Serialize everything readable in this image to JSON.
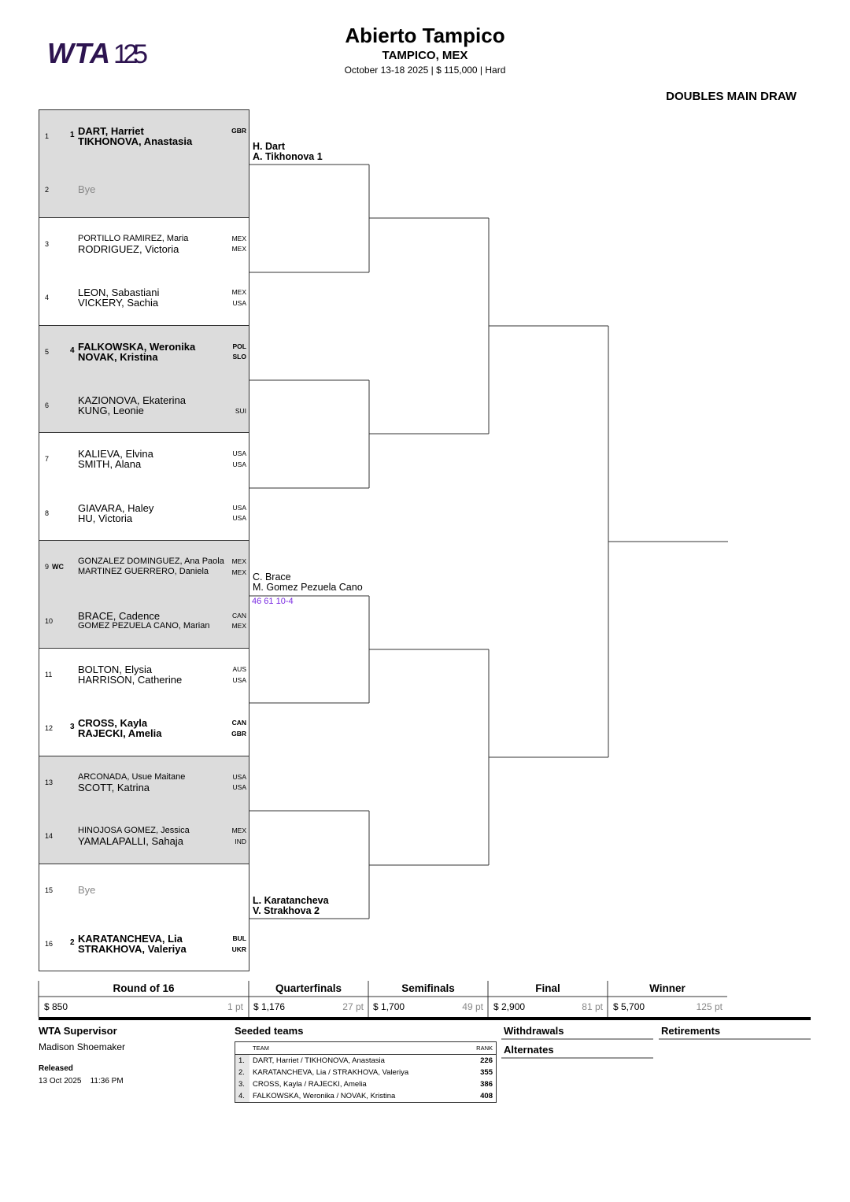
{
  "header": {
    "logo_text": "WTA 125",
    "tournament": "Abierto Tampico",
    "location": "TAMPICO, MEX",
    "info": "October 13-18 2025  |  $ 115,000  |  Hard",
    "draw_title": "DOUBLES MAIN DRAW"
  },
  "draw": [
    {
      "num": "1",
      "seed": "1",
      "p1": "DART, Harriet",
      "p2": "TIKHONOVA, Anastasia",
      "n1": "GBR",
      "n2": ""
    },
    {
      "num": "2",
      "seed": "",
      "p1": "Bye",
      "p2": "",
      "n1": "",
      "n2": ""
    },
    {
      "num": "3",
      "seed": "",
      "p1": "PORTILLO RAMIREZ, Maria",
      "p2": "RODRIGUEZ, Victoria",
      "n1": "MEX",
      "n2": "MEX"
    },
    {
      "num": "4",
      "seed": "",
      "p1": "LEON, Sabastiani",
      "p2": "VICKERY, Sachia",
      "n1": "MEX",
      "n2": "USA"
    },
    {
      "num": "5",
      "seed": "4",
      "p1": "FALKOWSKA, Weronika",
      "p2": "NOVAK, Kristina",
      "n1": "POL",
      "n2": "SLO"
    },
    {
      "num": "6",
      "seed": "",
      "p1": "KAZIONOVA, Ekaterina",
      "p2": "KUNG, Leonie",
      "n1": "",
      "n2": "SUI"
    },
    {
      "num": "7",
      "seed": "",
      "p1": "KALIEVA, Elvina",
      "p2": "SMITH, Alana",
      "n1": "USA",
      "n2": "USA"
    },
    {
      "num": "8",
      "seed": "",
      "p1": "GIAVARA, Haley",
      "p2": "HU, Victoria",
      "n1": "USA",
      "n2": "USA"
    },
    {
      "num": "9",
      "seed": "WC",
      "p1": "GONZALEZ DOMINGUEZ, Ana Paola",
      "p2": "MARTINEZ GUERRERO, Daniela",
      "n1": "MEX",
      "n2": "MEX"
    },
    {
      "num": "10",
      "seed": "",
      "p1": "BRACE, Cadence",
      "p2": "GOMEZ PEZUELA CANO, Marian",
      "n1": "CAN",
      "n2": "MEX"
    },
    {
      "num": "11",
      "seed": "",
      "p1": "BOLTON, Elysia",
      "p2": "HARRISON, Catherine",
      "n1": "AUS",
      "n2": "USA"
    },
    {
      "num": "12",
      "seed": "3",
      "p1": "CROSS, Kayla",
      "p2": "RAJECKI, Amelia",
      "n1": "CAN",
      "n2": "GBR"
    },
    {
      "num": "13",
      "seed": "",
      "p1": "ARCONADA, Usue Maitane",
      "p2": "SCOTT, Katrina",
      "n1": "USA",
      "n2": "USA"
    },
    {
      "num": "14",
      "seed": "",
      "p1": "HINOJOSA GOMEZ, Jessica",
      "p2": "YAMALAPALLI, Sahaja",
      "n1": "MEX",
      "n2": "IND"
    },
    {
      "num": "15",
      "seed": "",
      "p1": "Bye",
      "p2": "",
      "n1": "",
      "n2": ""
    },
    {
      "num": "16",
      "seed": "2",
      "p1": "KARATANCHEVA, Lia",
      "p2": "STRAKHOVA, Valeriya",
      "n1": "BUL",
      "n2": "UKR"
    }
  ],
  "qf_results": [
    {
      "l1": "H. Dart",
      "l2": "A. Tikhonova  1",
      "score": ""
    },
    {
      "l1": "C. Brace",
      "l2": "M. Gomez Pezuela Cano",
      "score": "46 61 10-4"
    },
    {
      "l1": "L. Karatancheva",
      "l2": "V. Strakhova  2",
      "score": ""
    }
  ],
  "rounds": [
    {
      "name": "Round of 16",
      "prize": "$ 850",
      "points": "1 pt"
    },
    {
      "name": "Quarterfinals",
      "prize": "$ 1,176",
      "points": "27 pt"
    },
    {
      "name": "Semifinals",
      "prize": "$ 1,700",
      "points": "49 pt"
    },
    {
      "name": "Final",
      "prize": "$ 2,900",
      "points": "81 pt"
    },
    {
      "name": "Winner",
      "prize": "$ 5,700",
      "points": "125 pt"
    }
  ],
  "footer": {
    "supervisor_label": "WTA Supervisor",
    "supervisor": "Madison Shoemaker",
    "released_label": "Released",
    "released": "13 Oct 2025    11:36 PM",
    "seeded_label": "Seeded teams",
    "withdrawals_label": "Withdrawals",
    "alternates_label": "Alternates",
    "retirements_label": "Retirements",
    "seed_table": {
      "team_header": "TEAM",
      "rank_header": "RANK",
      "rows": [
        {
          "n": "1.",
          "team": "DART, Harriet / TIKHONOVA, Anastasia",
          "rank": "226"
        },
        {
          "n": "2.",
          "team": "KARATANCHEVA, Lia / STRAKHOVA, Valeriya",
          "rank": "355"
        },
        {
          "n": "3.",
          "team": "CROSS, Kayla / RAJECKI, Amelia",
          "rank": "386"
        },
        {
          "n": "4.",
          "team": "FALKOWSKA, Weronika / NOVAK, Kristina",
          "rank": "408"
        }
      ]
    }
  },
  "colors": {
    "logo": "#2d1450",
    "shade": "#dcdcdc",
    "score": "#7a2be2"
  }
}
